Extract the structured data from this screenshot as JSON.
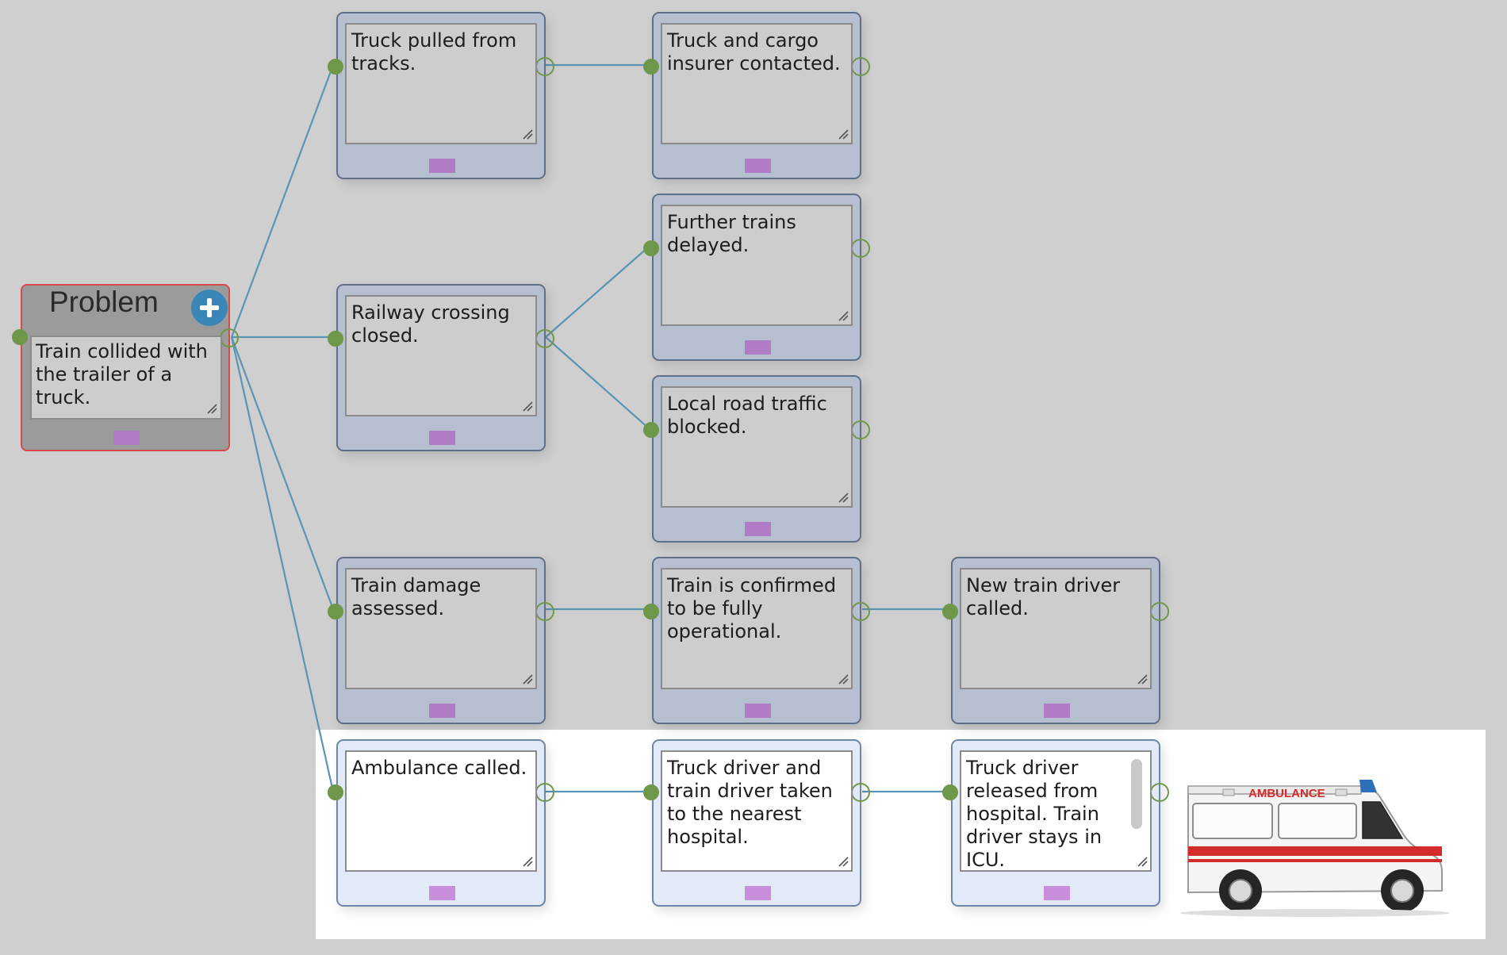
{
  "diagram": {
    "problem": {
      "title": "Problem",
      "text": "Train collided with the trailer of a truck."
    },
    "nodes": [
      {
        "id": "n1",
        "text": "Truck pulled from tracks."
      },
      {
        "id": "n2",
        "text": "Truck and cargo insurer contacted."
      },
      {
        "id": "n3",
        "text": "Railway crossing closed."
      },
      {
        "id": "n4",
        "text": "Further trains delayed."
      },
      {
        "id": "n5",
        "text": "Local road traffic blocked."
      },
      {
        "id": "n6",
        "text": "Train damage assessed."
      },
      {
        "id": "n7",
        "text": "Train is confirmed to be fully operational."
      },
      {
        "id": "n8",
        "text": "New train driver called."
      },
      {
        "id": "n9",
        "text": "Ambulance called."
      },
      {
        "id": "n10",
        "text": "Truck driver and train driver taken to the nearest hospital."
      },
      {
        "id": "n11",
        "text": "Truck driver released from hospital. Train driver stays in ICU."
      }
    ],
    "edges": [
      {
        "from": "problem",
        "to": "n1"
      },
      {
        "from": "problem",
        "to": "n3"
      },
      {
        "from": "problem",
        "to": "n6"
      },
      {
        "from": "problem",
        "to": "n9"
      },
      {
        "from": "n1",
        "to": "n2"
      },
      {
        "from": "n3",
        "to": "n4"
      },
      {
        "from": "n3",
        "to": "n5"
      },
      {
        "from": "n6",
        "to": "n7"
      },
      {
        "from": "n7",
        "to": "n8"
      },
      {
        "from": "n9",
        "to": "n10"
      },
      {
        "from": "n10",
        "to": "n11"
      }
    ]
  },
  "ambulance_label": "AMBULANCE",
  "colors": {
    "link": "#5b95b4",
    "port": "#6f9749",
    "problem_border": "#d64a4a",
    "tag": "#b07cc6",
    "add_button": "#3a86b7"
  }
}
